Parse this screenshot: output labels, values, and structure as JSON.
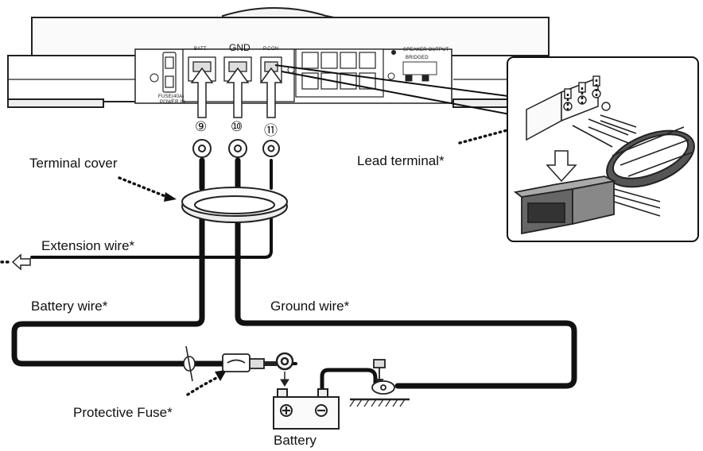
{
  "amplifier": {
    "batt_label": "BATT.",
    "gnd_label": "GND",
    "pcon_label": "P.CON",
    "fuse_label": "FUSE(40A)",
    "power_in_label": "POWER IN",
    "speaker_output_label": "SPEAKER OUTPUT",
    "bridged_label": "BRIDGED"
  },
  "terminal_numbers": [
    "⑨",
    "⑩",
    "⑪"
  ],
  "labels": {
    "terminal_cover": "Terminal cover",
    "lead_terminal": "Lead terminal*",
    "extension_wire": "Extension wire*",
    "battery_wire": "Battery wire*",
    "ground_wire": "Ground wire*",
    "protective_fuse": "Protective Fuse*",
    "battery": "Battery"
  },
  "battery_symbols": {
    "positive": "⊕",
    "negative": "⊖"
  }
}
